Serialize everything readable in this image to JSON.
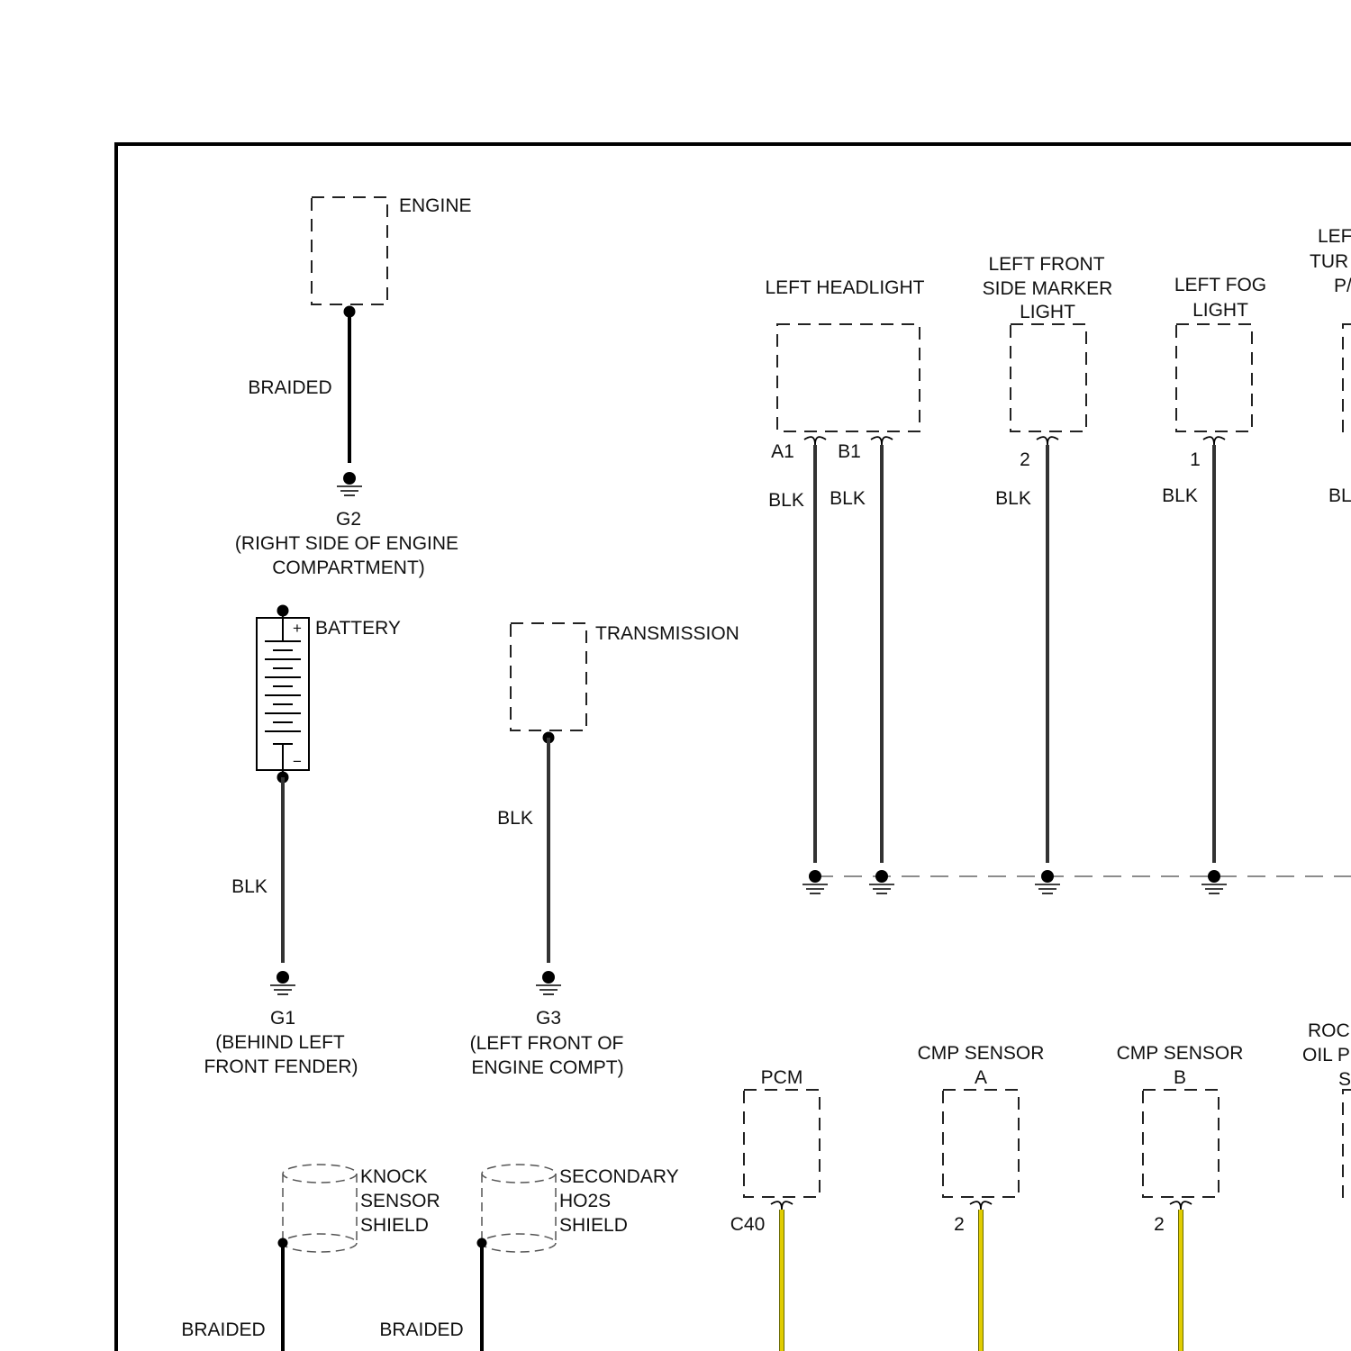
{
  "components": {
    "engine": "ENGINE",
    "battery": "BATTERY",
    "battery_plus": "+",
    "battery_minus": "−",
    "transmission": "TRANSMISSION",
    "left_headlight": "LEFT HEADLIGHT",
    "left_front_side_marker": [
      "LEFT FRONT",
      "SIDE MARKER",
      "LIGHT"
    ],
    "left_fog_light": [
      "LEFT FOG",
      "LIGHT"
    ],
    "left_turn_partial": [
      "LEF",
      "TUR",
      "P/"
    ],
    "pcm": "PCM",
    "cmp_sensor_a": [
      "CMP SENSOR",
      "A"
    ],
    "cmp_sensor_b": [
      "CMP SENSOR",
      "B"
    ],
    "rocker_partial": [
      "ROC",
      "OIL P",
      "S"
    ],
    "knock_sensor_shield": [
      "KNOCK",
      "SENSOR",
      "SHIELD"
    ],
    "secondary_ho2s_shield": [
      "SECONDARY",
      "HO2S",
      "SHIELD"
    ]
  },
  "wires": {
    "engine_braided": "BRAIDED",
    "battery_blk": "BLK",
    "transmission_blk": "BLK",
    "headlight_a1_blk": "BLK",
    "headlight_b1_blk": "BLK",
    "side_marker_blk": "BLK",
    "fog_blk": "BLK",
    "turn_blk_partial": "BL",
    "knock_braided": "BRAIDED",
    "ho2s_braided": "BRAIDED"
  },
  "pins": {
    "headlight_a1": "A1",
    "headlight_b1": "B1",
    "side_marker": "2",
    "fog": "1",
    "pcm": "C40",
    "cmp_a": "2",
    "cmp_b": "2"
  },
  "grounds": {
    "g2": [
      "G2",
      "(RIGHT SIDE OF ENGINE",
      "COMPARTMENT)"
    ],
    "g1": [
      "G1",
      "(BEHIND LEFT",
      "FRONT FENDER)"
    ],
    "g3": [
      "G3",
      "(LEFT FRONT OF",
      "ENGINE COMPT)"
    ]
  },
  "colors": {
    "braided": "#000000",
    "blk": "#333333",
    "ylw": "#e0cc00"
  }
}
